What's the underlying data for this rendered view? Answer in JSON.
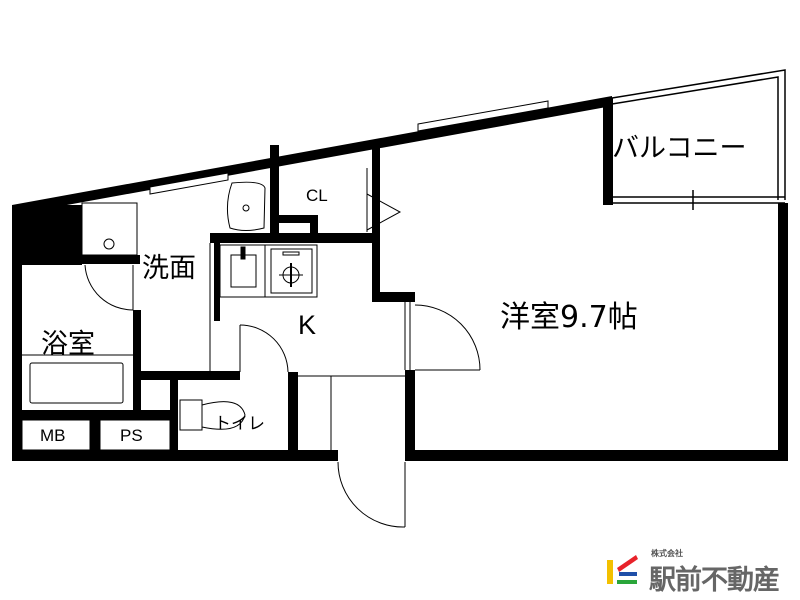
{
  "rooms": {
    "balcony": "バルコニー",
    "closet": "CL",
    "washroom": "洗面",
    "bathroom": "浴室",
    "kitchen": "K",
    "western_room": "洋室9.7帖",
    "toilet": "トイレ",
    "meter_box": "MB",
    "pipe_space": "PS"
  },
  "logo": {
    "subtitle": "株式会社",
    "name": "駅前不動産",
    "colors": [
      "#e8222a",
      "#1f4fa8",
      "#2aa63a",
      "#f3c000"
    ]
  }
}
